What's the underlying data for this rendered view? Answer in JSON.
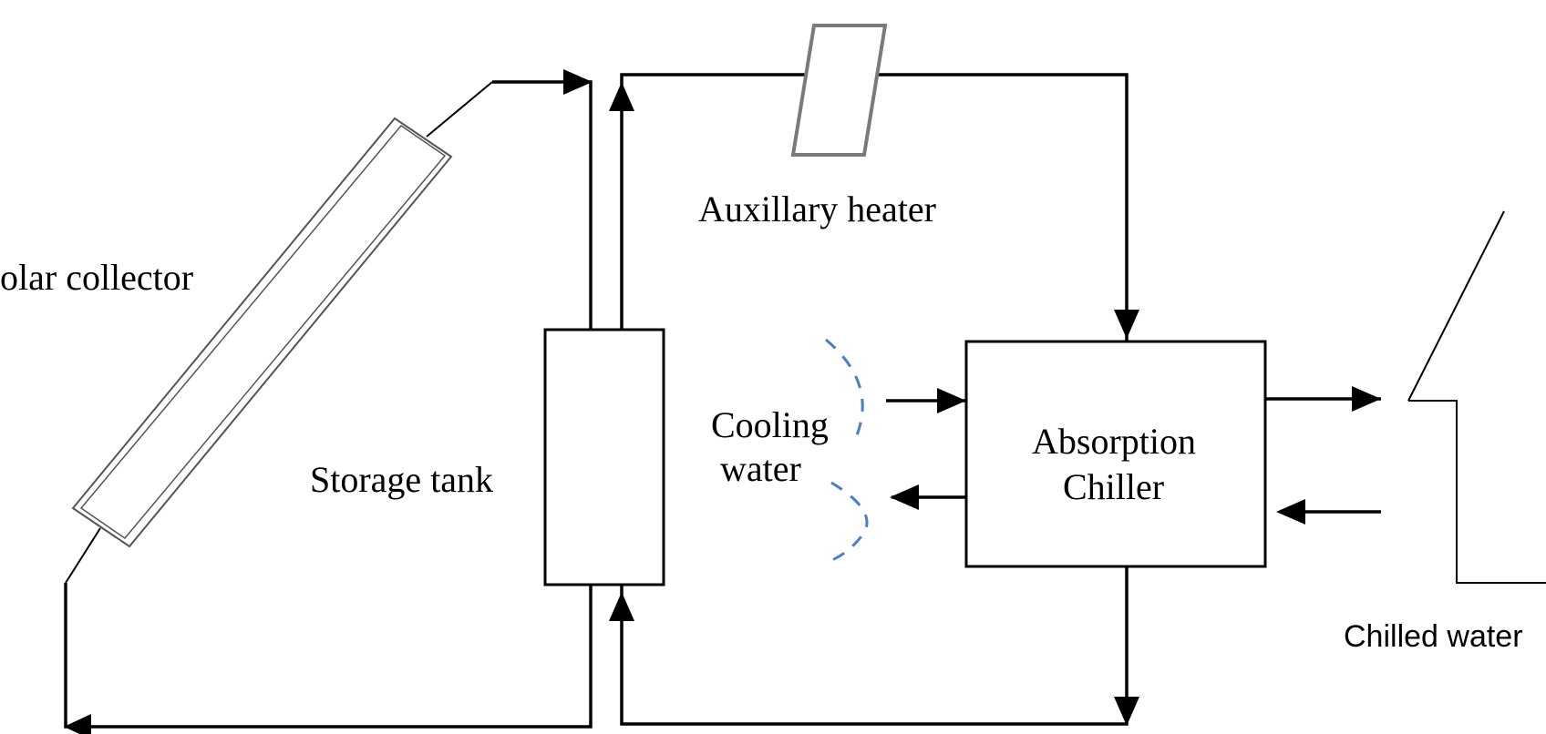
{
  "labels": {
    "solar_collector": "olar collector",
    "storage_tank": "Storage tank",
    "auxiliary_heater": "Auxillary heater",
    "cooling_water_1": "Cooling",
    "cooling_water_2": "water",
    "absorption_chiller_1": "Absorption",
    "absorption_chiller_2": "Chiller",
    "chilled_water": "Chilled water"
  },
  "colors": {
    "stroke": "#000000",
    "cooling_tower_dash": "#4a7fc1",
    "heater_outline": "#7a7a7a",
    "background": "#ffffff"
  }
}
